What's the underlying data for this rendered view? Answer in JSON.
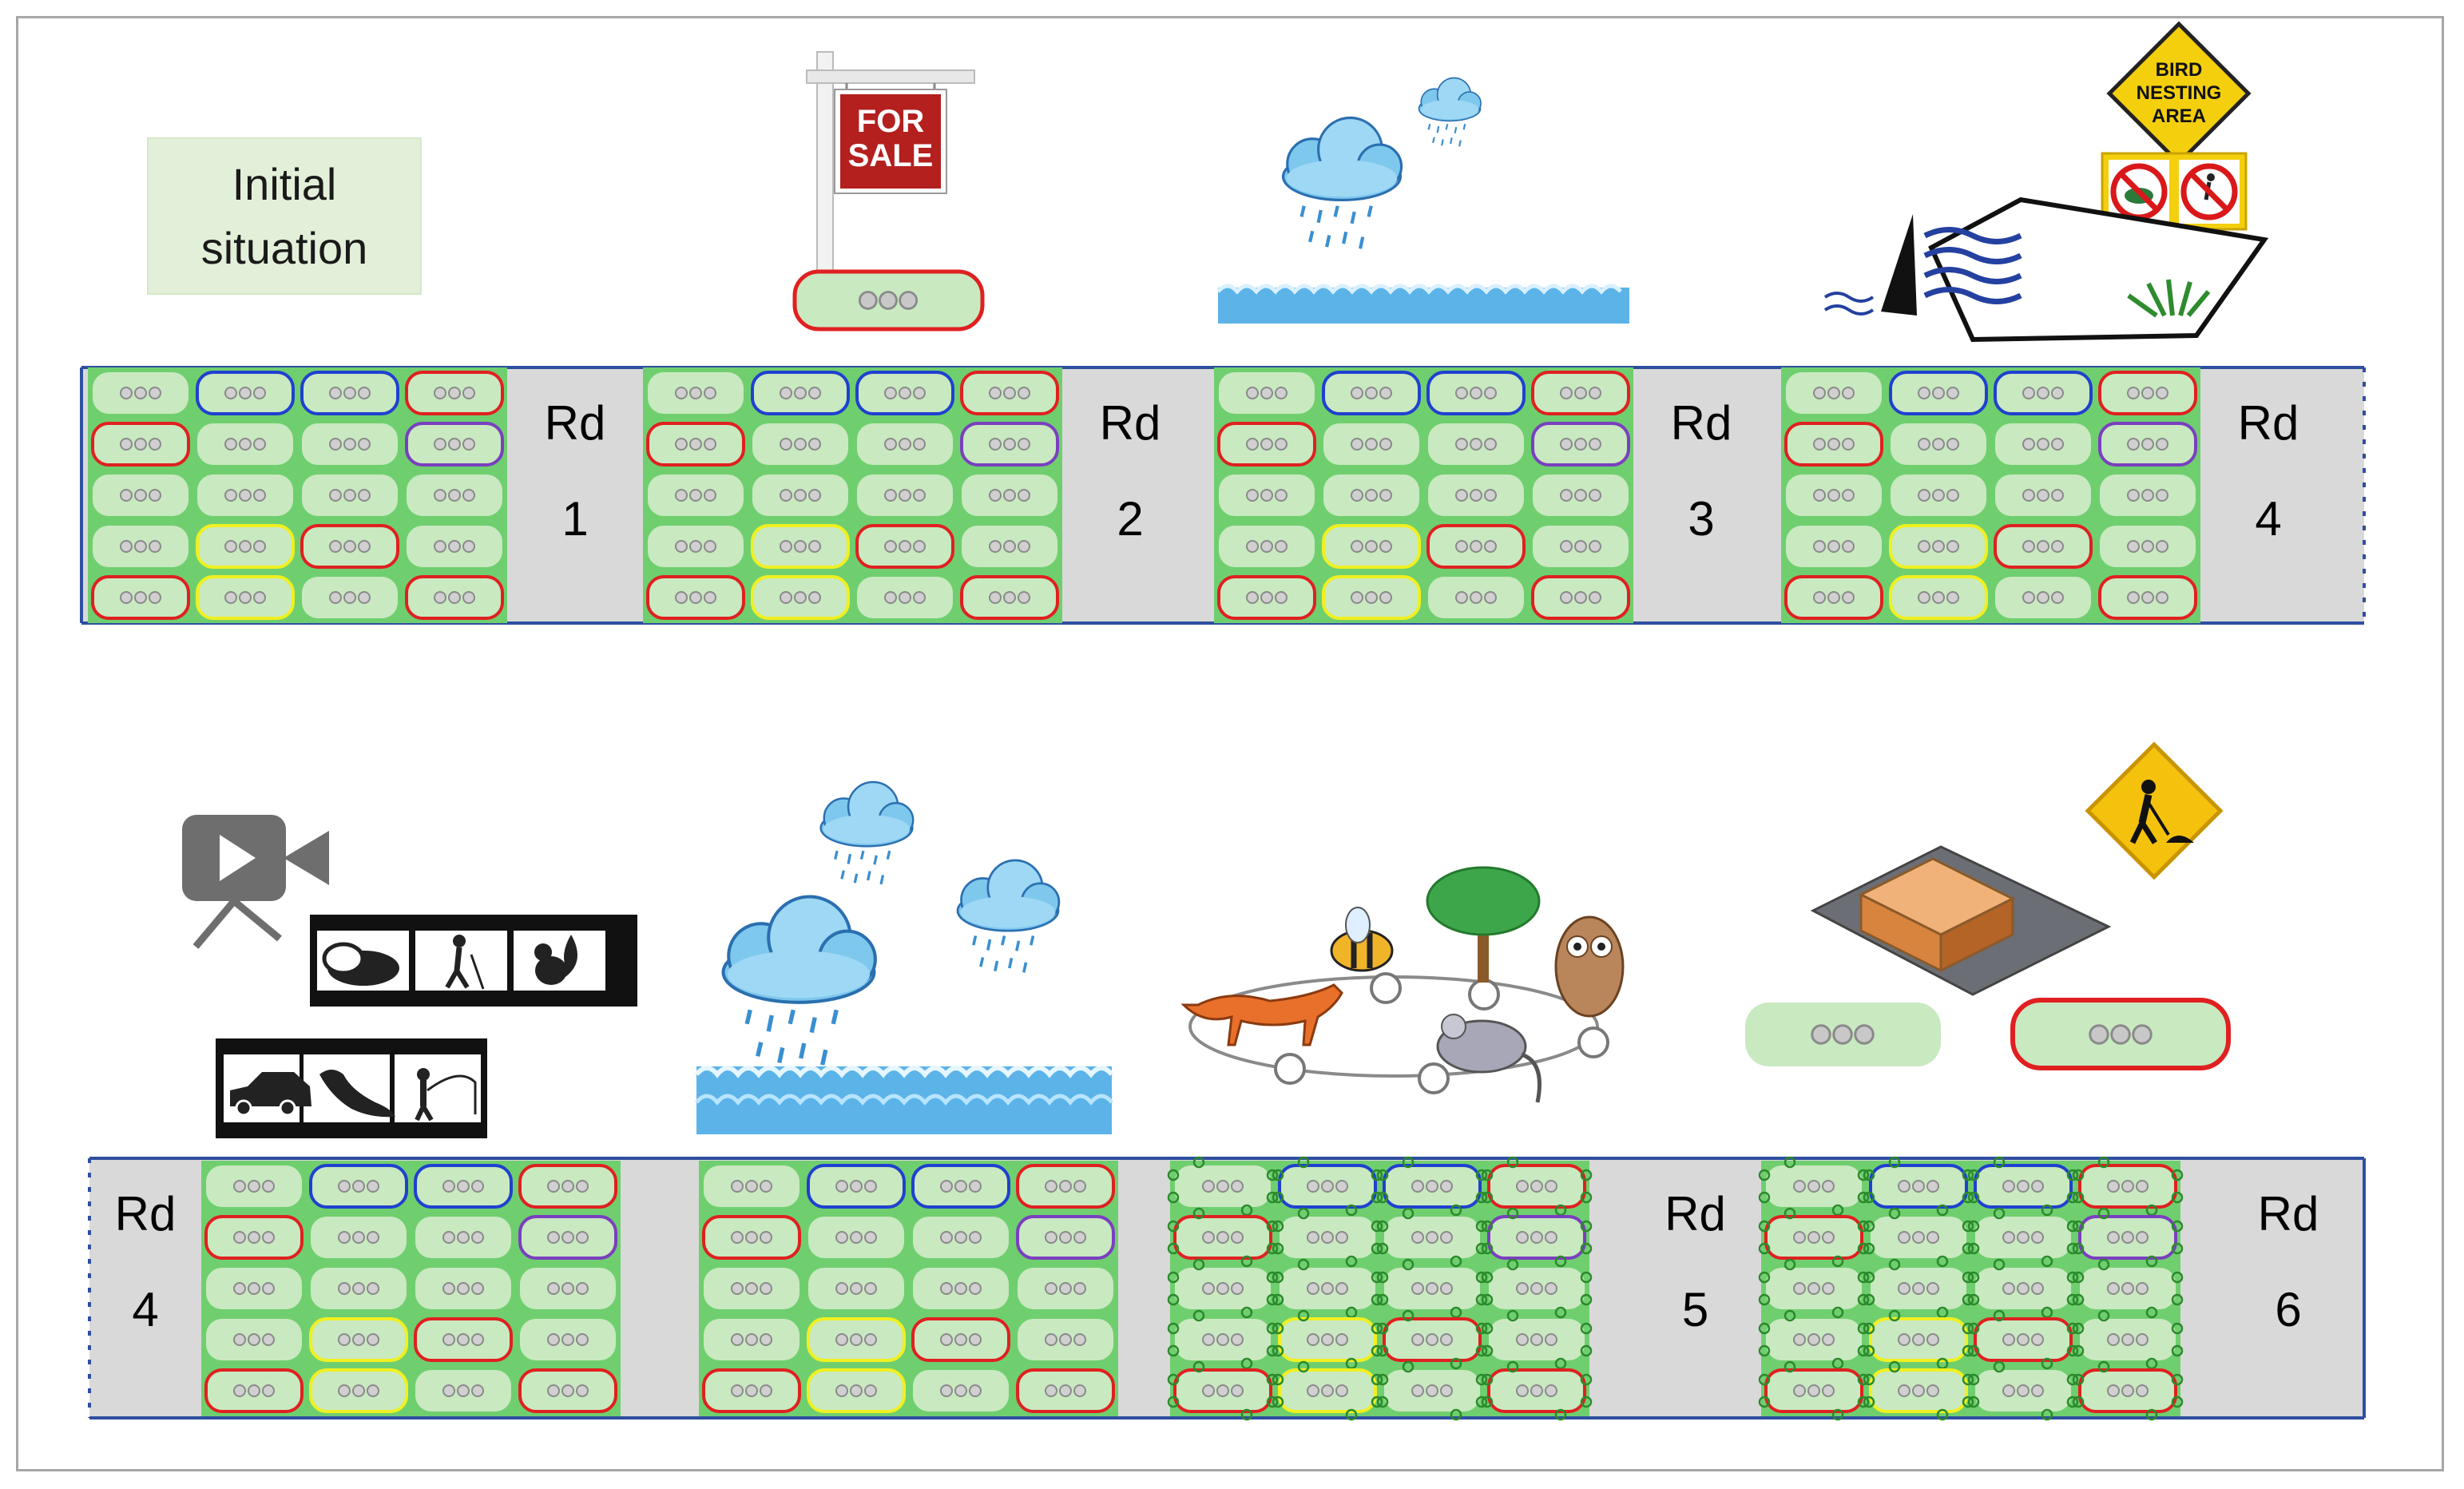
{
  "initial_label": {
    "line1": "Initial",
    "line2": "situation"
  },
  "road_word": "Rd",
  "top_roads": [
    "1",
    "2",
    "3",
    "4"
  ],
  "bottom_roads": [
    "4",
    "5",
    "6"
  ],
  "sale_sign": {
    "line1": "FOR",
    "line2": "SALE"
  },
  "bird_sign": {
    "line1": "BIRD",
    "line2": "NESTING",
    "line3": "AREA"
  },
  "icons": [
    "video-camera-icon",
    "film-strip-icon",
    "badger-icon",
    "hiker-icon",
    "squirrel-icon",
    "car-icon",
    "otter-icon",
    "fisherman-icon",
    "rain-cloud-icon",
    "waves-icon",
    "fox-icon",
    "bee-icon",
    "tree-icon",
    "owl-icon",
    "mouse-icon",
    "building-icon",
    "construction-sign-icon",
    "no-dogs-icon",
    "no-walking-icon"
  ],
  "colors": {
    "plot_green": "#6fcf6f",
    "parcel_fill": "#c9e9c0",
    "road_gray": "#d9d9d9",
    "border_blue": "#2f4f9f",
    "red": "#e02020",
    "blue": "#2040d0",
    "purple": "#7a3fbf",
    "yellow": "#f0f020"
  },
  "parcel_outline_grid": [
    [
      "none",
      "blue",
      "blue",
      "red"
    ],
    [
      "red",
      "none",
      "none",
      "purple"
    ],
    [
      "none",
      "none",
      "none",
      "none"
    ],
    [
      "none",
      "yellow",
      "red",
      "none"
    ],
    [
      "red",
      "yellow",
      "none",
      "red"
    ]
  ]
}
